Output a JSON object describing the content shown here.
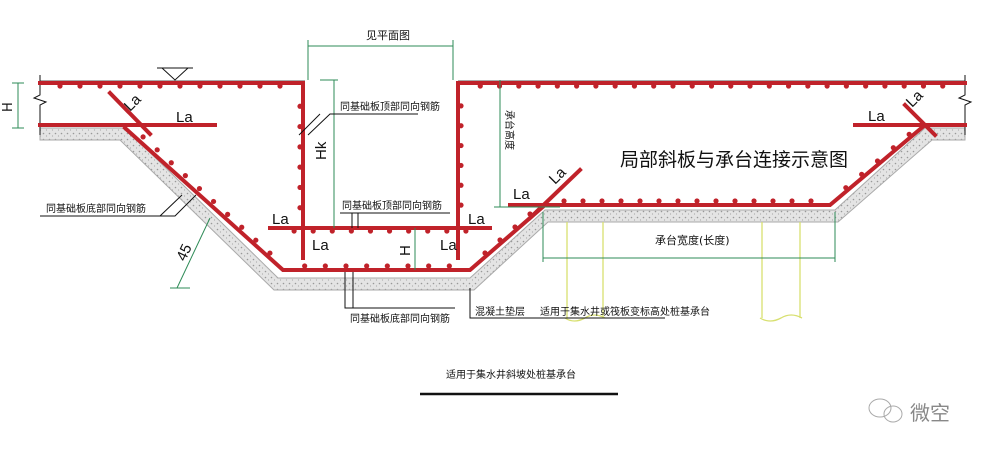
{
  "title": "局部斜板与承台连接示意图",
  "caption": "适用于集水井斜坡处桩基承台",
  "labels": {
    "see_plan": "见平面图",
    "top_rebar_1": "同基础板顶部同向钢筋",
    "top_rebar_2": "同基础板顶部同向钢筋",
    "bottom_rebar_left": "同基础板底部同向钢筋",
    "bottom_rebar_bottom": "同基础板底部同向钢筋",
    "cushion": "混凝土垫层",
    "applicable": "适用于集水井或筏板变标高处桩基承台",
    "cap_width": "承台宽度(长度)",
    "cap_height": "承台高度",
    "hk": "Hk",
    "h_left": "H",
    "h_pit": "H",
    "angle": "45",
    "la": "La"
  },
  "watermark": "微空",
  "colors": {
    "rebar": "#c0222a",
    "dimension": "#2e8b57",
    "pile": "#d8e070",
    "cushion": "#d8d8d8"
  }
}
